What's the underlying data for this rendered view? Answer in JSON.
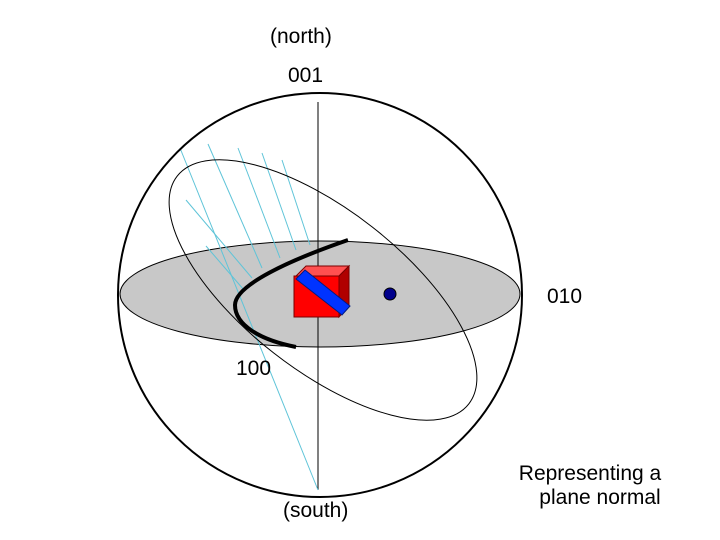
{
  "labels": {
    "north": "(north)",
    "pole_001": "001",
    "axis_010": "010",
    "axis_100": "100",
    "south": "(south)"
  },
  "caption": {
    "line1": "Representing a",
    "line2": "plane normal"
  },
  "colors": {
    "equatorial_plane": "#c8c8c8",
    "cube_front": "#ff0000",
    "cube_side": "#b00000",
    "cube_top": "#ff5050",
    "plane_band": "#0033ff",
    "normal_point": "#00008b",
    "projection_lines": "#5fc4d8"
  }
}
